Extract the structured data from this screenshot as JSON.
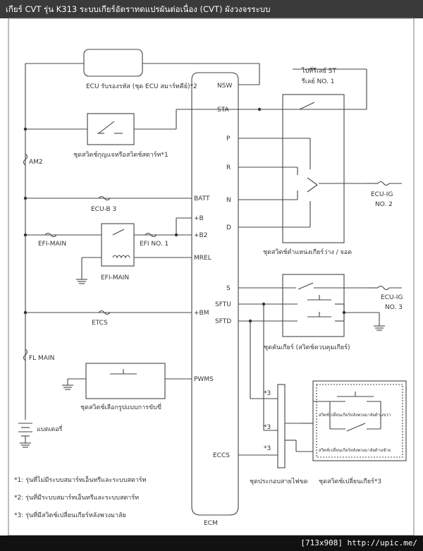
{
  "header": {
    "title": "เกียร์ CVT รุ่น K313  ระบบเกียร์อัตราทดแปรผันต่อเนื่อง (CVT)  ผังวงจรระบบ"
  },
  "diagram": {
    "ecm_label": "ECM",
    "ecm_pins": {
      "nsw": "NSW",
      "sta": "STA",
      "p": "P",
      "r": "R",
      "n": "N",
      "d": "D",
      "s": "S",
      "sftu": "SFTU",
      "sftd": "SFTD",
      "eccs": "ECCS",
      "batt": "BATT",
      "plus_b": "+B",
      "plus_b2": "+B2",
      "mrel": "MREL",
      "plus_bm": "+BM",
      "pwms": "PWMS"
    },
    "components": {
      "ecu_id": "ECU รับรองรหัส (ชุด ECU สมาร์ทคีย์)*2",
      "ignition_switch": "ชุดสวิตช์กุญแจหรือสวิตช์สตาร์ท*1",
      "am2": "AM2",
      "ecu_b3": "ECU-B 3",
      "efi_main_fuse": "EFI-MAIN",
      "efi_no1": "EFI NO. 1",
      "efi_main_relay": "EFI-MAIN",
      "etcs": "ETCS",
      "fl_main": "FL MAIN",
      "battery": "แบตเตอรี่",
      "st_relay": "ไปที่รีเลย์ ST",
      "relay_no1": "รีเลย์ NO. 1",
      "ecu_ig_no2_a": "ECU-IG",
      "ecu_ig_no2_b": "NO. 2",
      "park_neutral_switch": "ชุดสวิตช์ตำแหน่งเกียร์ว่าง / จอด",
      "ecu_ig_no3_a": "ECU-IG",
      "ecu_ig_no3_b": "NO. 3",
      "shift_lever": "ชุดคันเกียร์ (สวิตช์ควบคุมเกียร์)",
      "drive_mode_switch": "ชุดสวิตช์เลือกรูปแบบการขับขี่",
      "spiral_cable": "ชุดประกอบสายไฟขด",
      "paddle_switch": "ชุดสวิตช์เปลี่ยนเกียร์*3",
      "paddle_right": "สวิตช์เปลี่ยนเกียร์หลังพวงมาลัยด้านขวา",
      "paddle_left": "สวิตช์เปลี่ยนเกียร์หลังพวงมาลัยด้านซ้าย",
      "star3_a": "*3",
      "star3_b": "*3",
      "star3_c": "*3"
    },
    "notes": [
      "*1: รุ่นที่ไม่มีระบบสมาร์ทเอ็นทรีและระบบสตาร์ท",
      "*2: รุ่นที่มีระบบสมาร์ทเอ็นทรีและระบบสตาร์ท",
      "*3: รุ่นที่มีสวิตช์เปลี่ยนเกียร์หลังพวงมาลัย"
    ]
  },
  "footer": {
    "text": "[713x908] http://upic.me/"
  }
}
